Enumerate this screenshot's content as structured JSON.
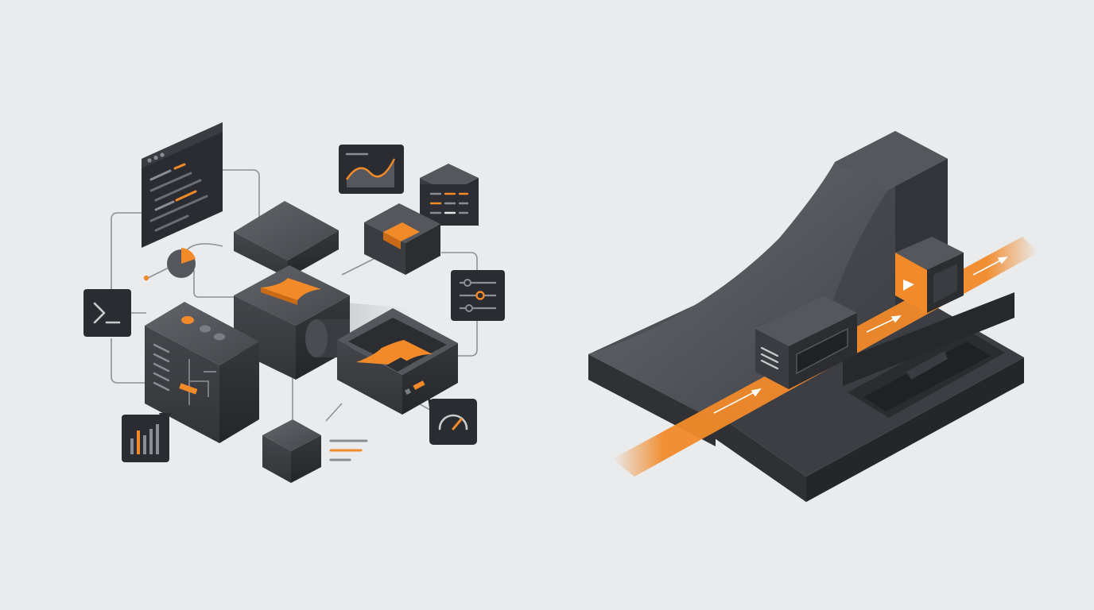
{
  "colors": {
    "background": "#e9ebed",
    "accent": "#f28a2a",
    "accent_dark": "#c86a16",
    "dark_top": "#55575d",
    "dark_left": "#3a3c41",
    "dark_right": "#2b2d31",
    "panel": "#2c2e33",
    "line": "#8e9196",
    "muted": "#8a8d93"
  },
  "left_illustration": {
    "icons": [
      "code-window-icon",
      "line-chart-icon",
      "database-icon",
      "sliders-icon",
      "terminal-icon",
      "bar-chart-icon",
      "gauge-icon",
      "pie-chart-icon"
    ],
    "blocks": [
      "top-slab",
      "center-cube",
      "small-orange-cube",
      "server-block",
      "open-tray-block",
      "bottom-cube"
    ]
  },
  "right_illustration": {
    "elements": [
      "curved-ramp",
      "base-platform",
      "orange-flow-track",
      "capsule-module",
      "play-cube-icon",
      "flow-arrow-icon"
    ],
    "flow_arrow_count": 3
  }
}
